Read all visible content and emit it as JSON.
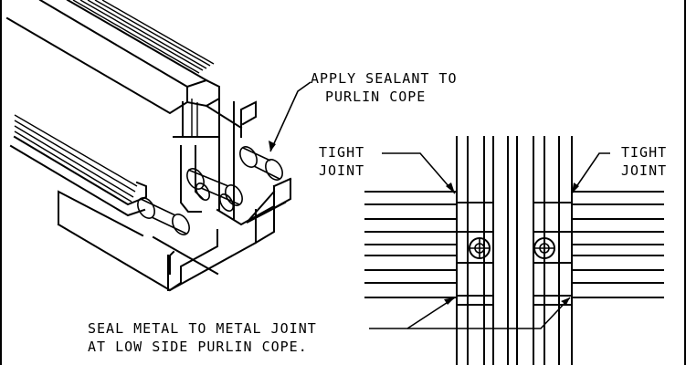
{
  "labels": {
    "sealant_line1": "APPLY SEALANT TO",
    "sealant_line2": "PURLIN COPE",
    "tight_left_line1": "TIGHT",
    "tight_left_line2": "JOINT",
    "tight_right_line1": "TIGHT",
    "tight_right_line2": "JOINT",
    "seal_line1": "SEAL METAL TO METAL JOINT",
    "seal_line2": "AT LOW SIDE PURLIN COPE."
  },
  "colors": {
    "ink": "#000000",
    "paper": "#ffffff"
  }
}
